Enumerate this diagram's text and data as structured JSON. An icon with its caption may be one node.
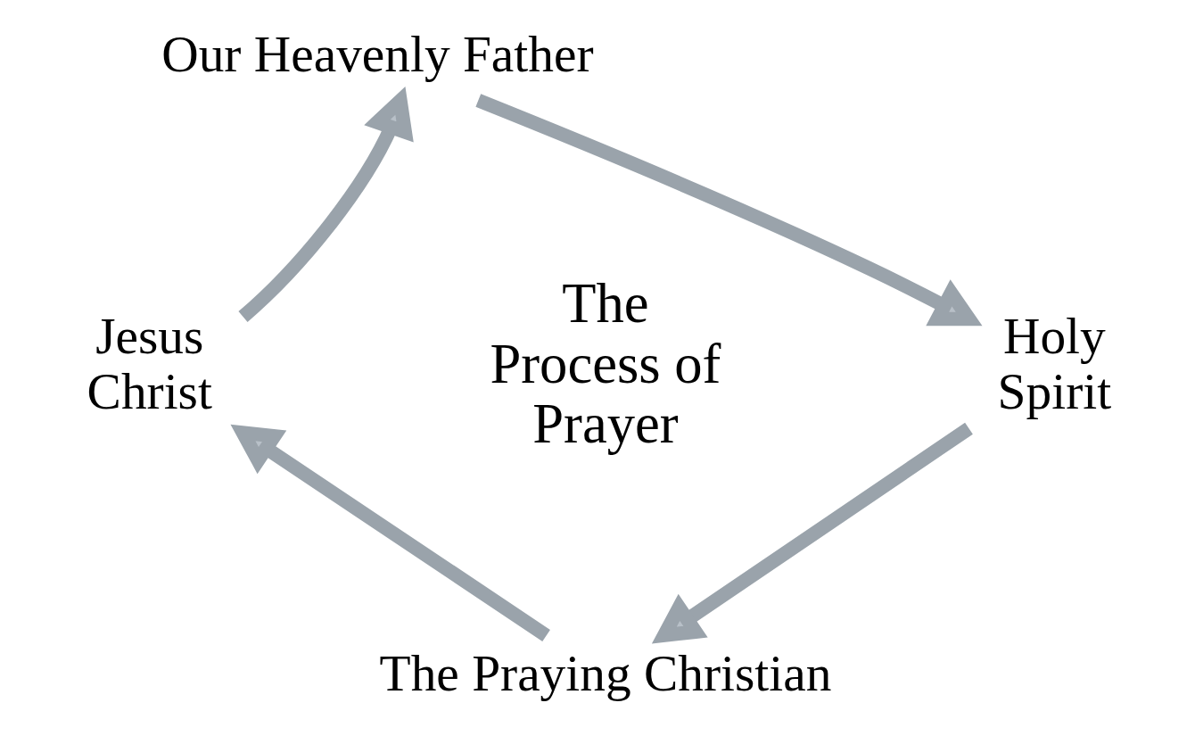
{
  "diagram": {
    "nodes": [
      {
        "text": [
          "Our Heavenly Father"
        ]
      },
      {
        "text": [
          "Jesus Christ"
        ]
      },
      {
        "text": [
          "Holy Spirit"
        ]
      },
      {
        "text": [
          "The Praying Christian"
        ]
      }
    ],
    "edges": [
      {
        "from": 1,
        "to": 0,
        "arrow": "to"
      },
      {
        "from": 0,
        "to": 2,
        "arrow": "to"
      },
      {
        "from": 2,
        "to": 3,
        "arrow": "to"
      },
      {
        "from": 3,
        "to": 1,
        "arrow": "to"
      }
    ],
    "labels": [
      "The Process of Prayer"
    ]
  }
}
